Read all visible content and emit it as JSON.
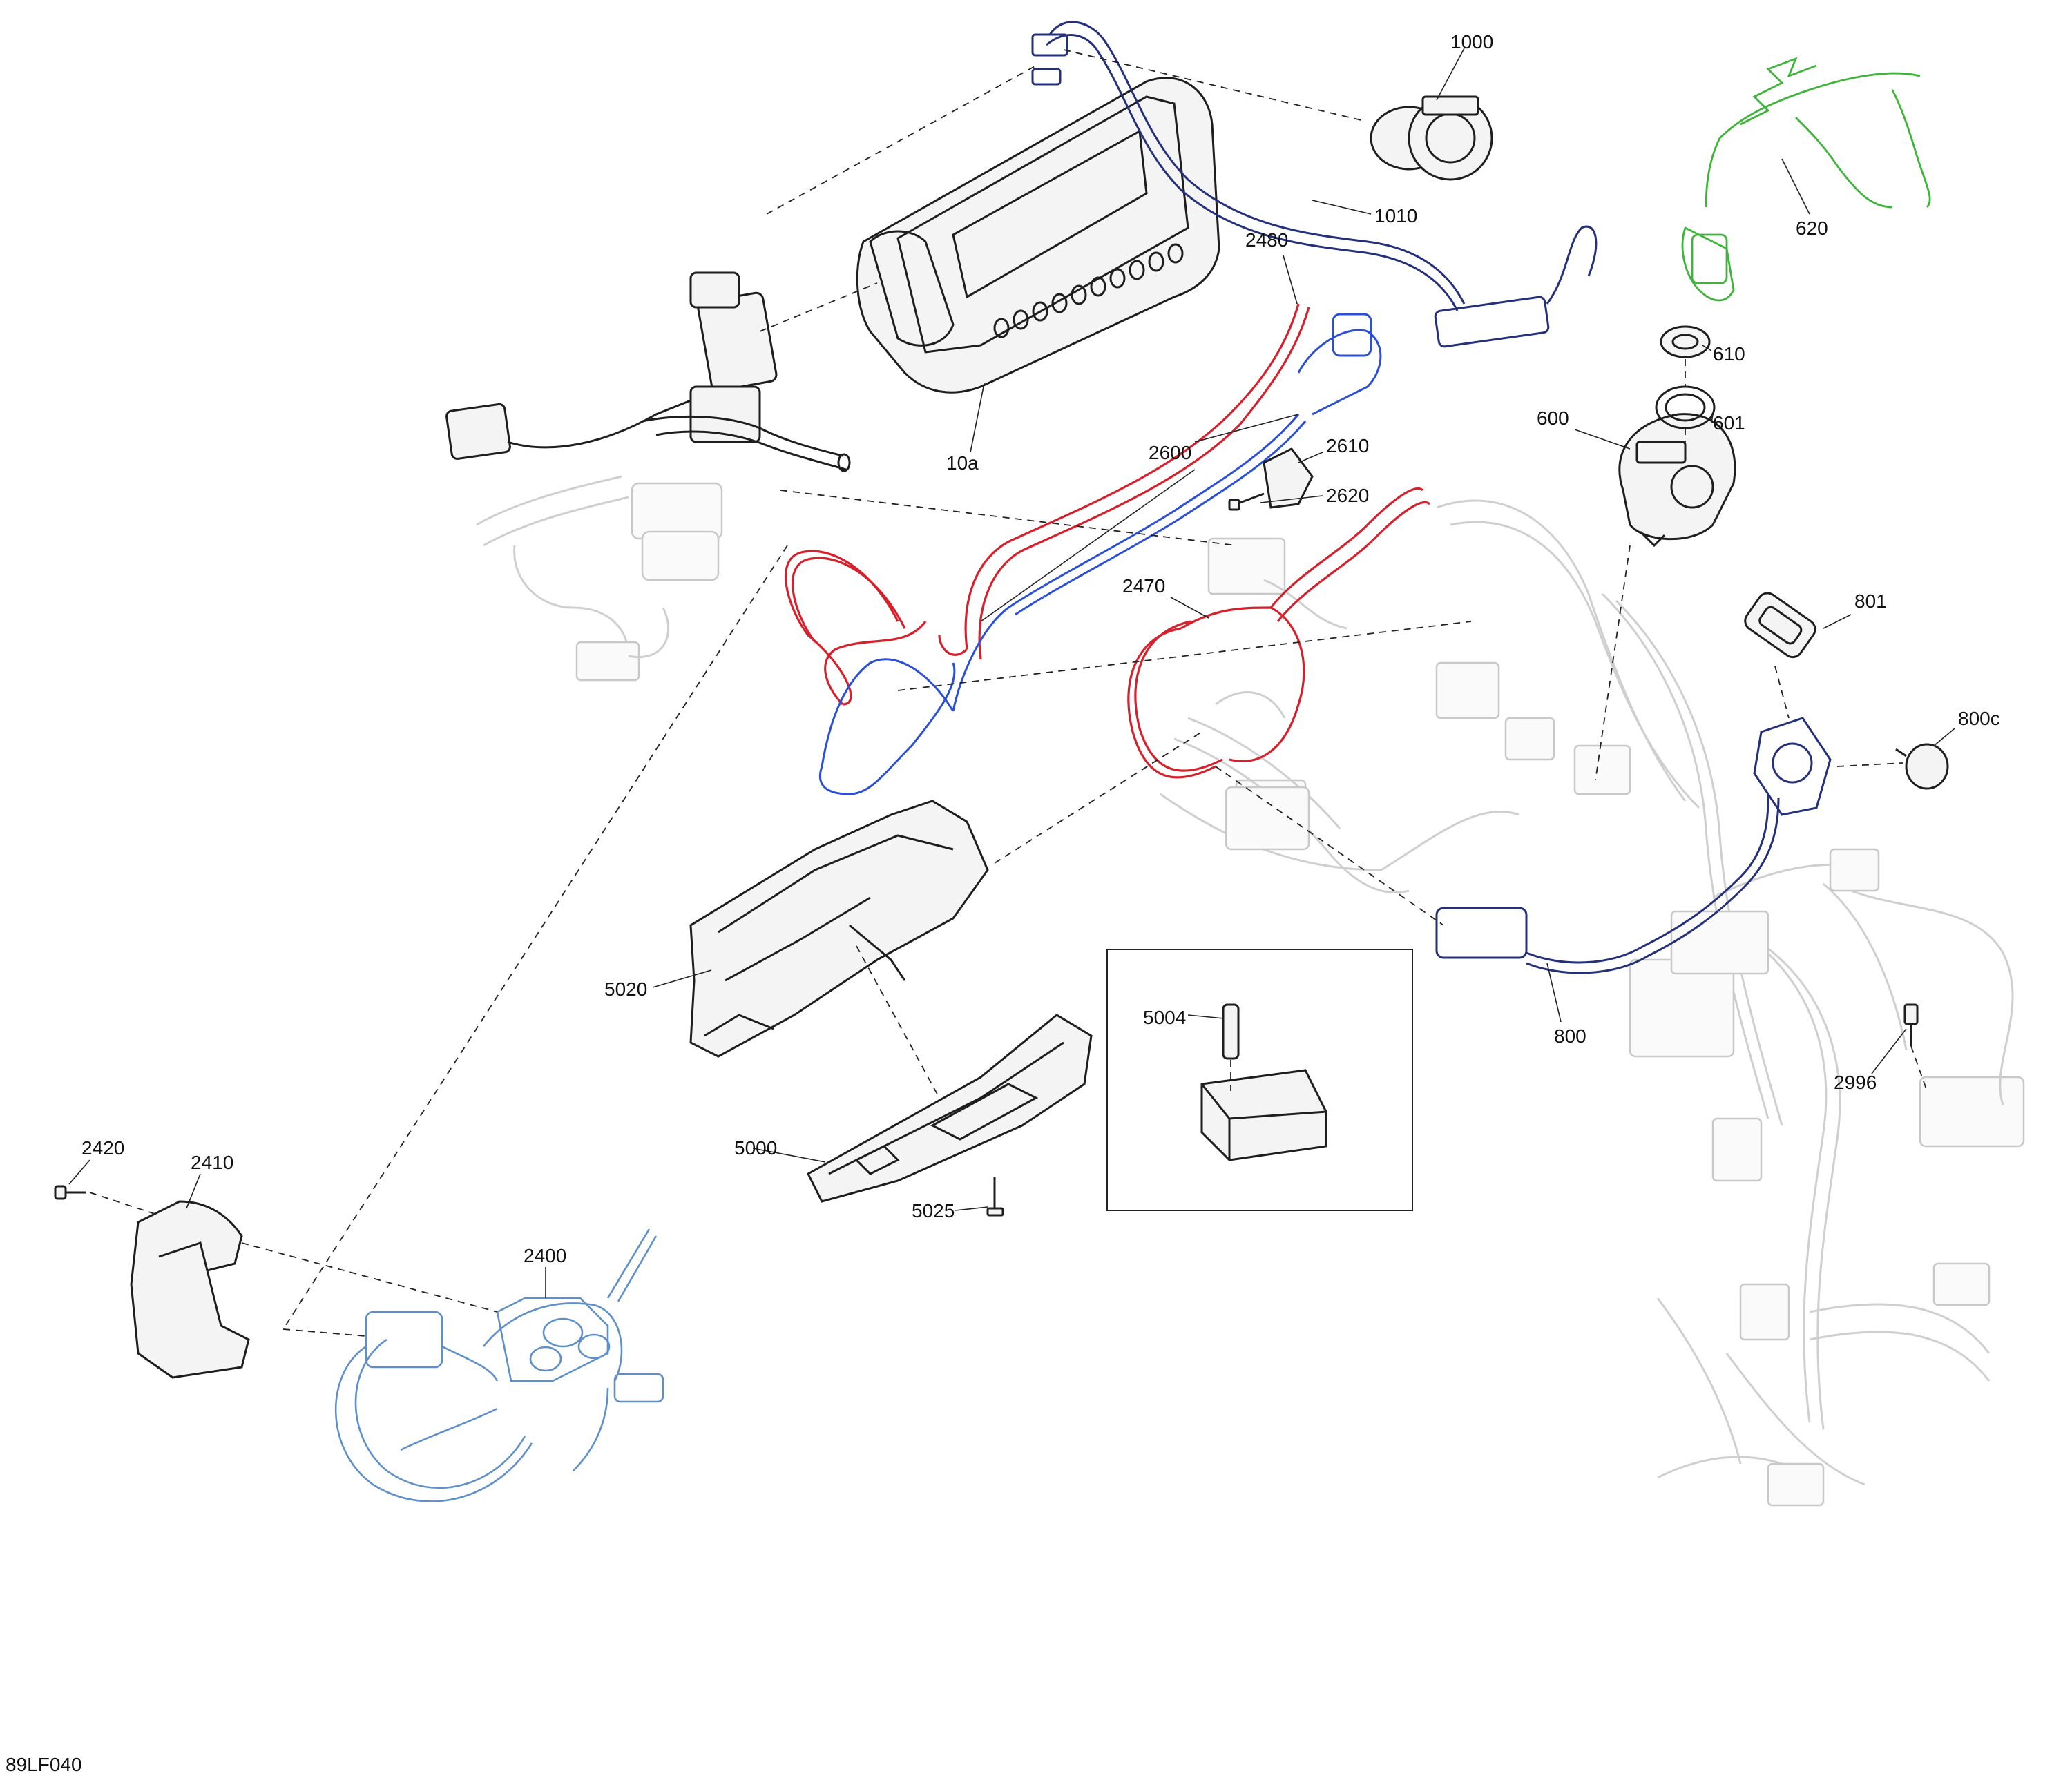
{
  "diagram_code": "89LF040",
  "callouts": {
    "c1000": "1000",
    "c1010": "1010",
    "c620": "620",
    "c610": "610",
    "c601": "601",
    "c600": "600",
    "c2480": "2480",
    "c10a": "10a",
    "c2600": "2600",
    "c2610": "2610",
    "c2620": "2620",
    "c2470": "2470",
    "c801": "801",
    "c800c": "800c",
    "c800": "800",
    "c2996": "2996",
    "c5020": "5020",
    "c5004": "5004",
    "c5000": "5000",
    "c5025": "5025",
    "c2420": "2420",
    "c2410": "2410",
    "c2400": "2400"
  },
  "colors": {
    "red_harness": "#d6202c",
    "blue_harness": "#2b4fd8",
    "navy_harness": "#24307a",
    "light_blue_switch": "#5f8fc9",
    "green_lanyard": "#3fb43a",
    "ghost_parts": "#cfcfcf"
  }
}
